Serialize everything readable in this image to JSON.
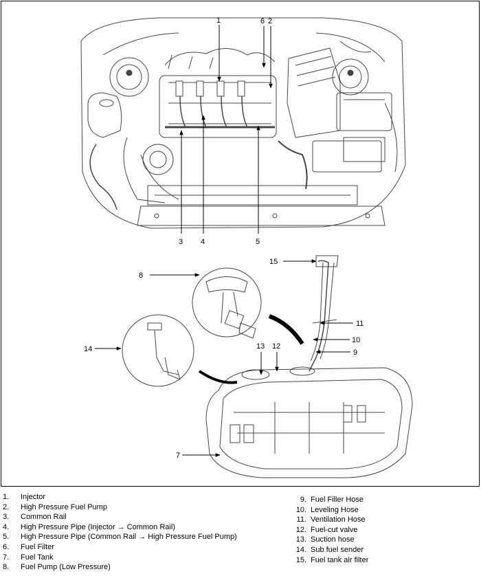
{
  "callouts": {
    "c1": "1",
    "c2": "2",
    "c3": "3",
    "c4": "4",
    "c5": "5",
    "c6": "6",
    "c7": "7",
    "c8": "8",
    "c9": "9",
    "c10": "10",
    "c11": "11",
    "c12": "12",
    "c13": "13",
    "c14": "14",
    "c15": "15"
  },
  "legend": [
    {
      "num": "1.",
      "label": "Injector"
    },
    {
      "num": "2.",
      "label": "High Pressure Fuel Pump"
    },
    {
      "num": "3.",
      "label": "Common Rail"
    },
    {
      "num": "4.",
      "label": "High Pressure Pipe (Injector → Common Rail)"
    },
    {
      "num": "5.",
      "label": "High Pressure Pipe (Common Rail → High Pressure Fuel Pump)"
    },
    {
      "num": "6.",
      "label": "Fuel Filter"
    },
    {
      "num": "7.",
      "label": "Fuel Tank"
    },
    {
      "num": "8.",
      "label": "Fuel Pump (Low Pressure)"
    },
    {
      "num": "9.",
      "label": "Fuel Filler Hose"
    },
    {
      "num": "10.",
      "label": "Leveling Hose"
    },
    {
      "num": "11.",
      "label": "Ventilation Hose"
    },
    {
      "num": "12.",
      "label": "Fuel-cut valve"
    },
    {
      "num": "13.",
      "label": "Suction hose"
    },
    {
      "num": "14.",
      "label": "Sub fuel sender"
    },
    {
      "num": "15.",
      "label": "Fuel tank air filter"
    }
  ]
}
